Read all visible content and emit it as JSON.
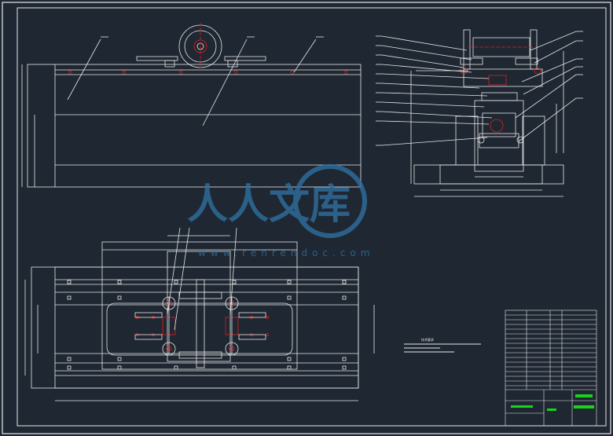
{
  "watermark": {
    "brand": "人人文库",
    "url": "www.renrendoc.com",
    "color": "#2f6f9f"
  },
  "colors": {
    "background": "#1f2732",
    "line": "#e8e8e8",
    "accent": "#e02020",
    "title_block_green": "#19d219"
  },
  "technical_requirements_heading": "技术要求"
}
